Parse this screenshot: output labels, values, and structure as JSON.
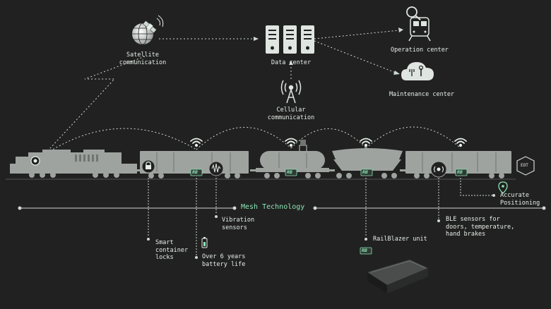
{
  "nodes": {
    "satellite": "Satellite\ncommunication",
    "data_center": "Data center",
    "cellular": "Cellular\ncommunication",
    "operation": "Operation center",
    "maintenance": "Maintenance center"
  },
  "mesh_label": "Mesh Technology",
  "callouts": {
    "locks": "Smart\ncontainer\nlocks",
    "battery": "Over 6 years\nbattery life",
    "vibration": "Vibration\nsensors",
    "railblazer": "RailBlazer unit",
    "ble": "BLE sensors for\ndoors, temperature,\nhand brakes",
    "positioning": "Accurate\nPositioning"
  },
  "badges": {
    "rb": "RB",
    "eot": "EOT"
  },
  "colors": {
    "bg": "#212121",
    "line": "#cfd8d2",
    "accent": "#8be3b3",
    "train": "#9ea3a0"
  }
}
